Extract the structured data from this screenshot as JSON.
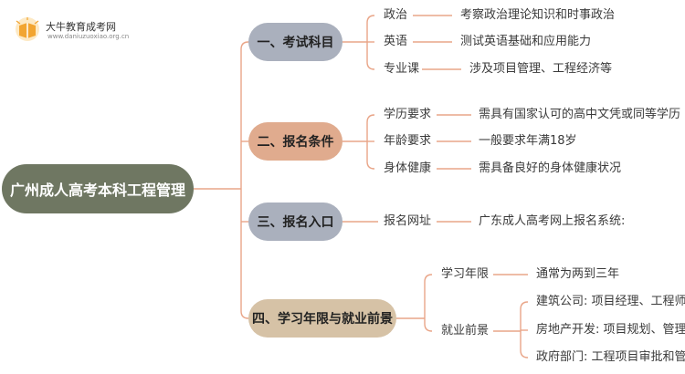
{
  "brand": {
    "name": "大牛教育成考网",
    "url": "www.daniuzuoxiao.org.cn"
  },
  "root": "广州成人高考本科工程管理",
  "branches": [
    {
      "label": "一、考试科目",
      "items": [
        {
          "label": "政治",
          "leaves": [
            "考察政治理论知识和时事政治"
          ]
        },
        {
          "label": "英语",
          "leaves": [
            "测试英语基础和应用能力"
          ]
        },
        {
          "label": "专业课",
          "leaves": [
            "涉及项目管理、工程经济等"
          ]
        }
      ]
    },
    {
      "label": "二、报名条件",
      "items": [
        {
          "label": "学历要求",
          "leaves": [
            "需具有国家认可的高中文凭或同等学历"
          ]
        },
        {
          "label": "年龄要求",
          "leaves": [
            "一般要求年满18岁"
          ]
        },
        {
          "label": "身体健康",
          "leaves": [
            "需具备良好的身体健康状况"
          ]
        }
      ]
    },
    {
      "label": "三、报名入口",
      "items": [
        {
          "label": "报名网址",
          "leaves": [
            "广东成人高考网上报名系统:"
          ]
        }
      ]
    },
    {
      "label": "四、学习年限与就业前景",
      "items": [
        {
          "label": "学习年限",
          "leaves": [
            "通常为两到三年"
          ]
        },
        {
          "label": "就业前景",
          "leaves": [
            "建筑公司: 项目经理、工程师",
            "房地产开发: 项目规划、管理",
            "政府部门: 工程项目审批和管理"
          ]
        }
      ]
    }
  ],
  "colors": {
    "root_fill": "#6f7762",
    "branch_fills": [
      "#aab0bd",
      "#e0ab8e",
      "#aab0bd",
      "#d6c2a6"
    ],
    "connector": "#e9a588",
    "logo_accent": "#f2a531"
  }
}
